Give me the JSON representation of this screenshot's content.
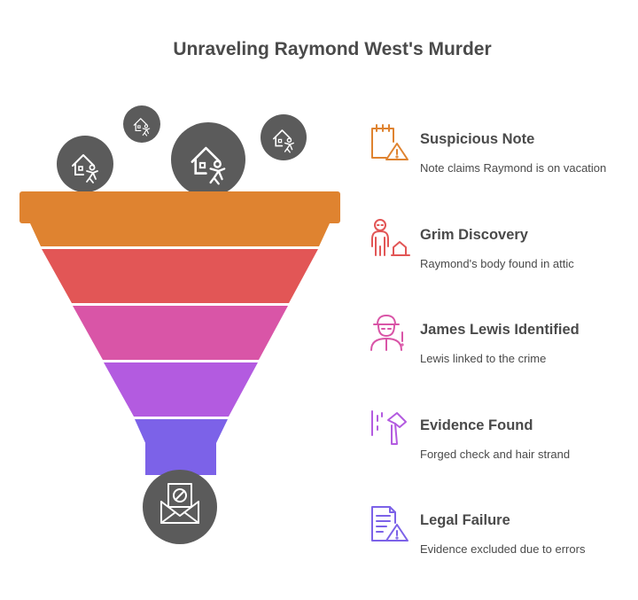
{
  "title": "Unraveling Raymond West's Murder",
  "colors": {
    "text": "#4a4a4a",
    "circle": "#5b5b5b",
    "stage1": "#df8330",
    "stage2": "#e25656",
    "stage3": "#d955a7",
    "stage4": "#b35be0",
    "stage5": "#7c62e8"
  },
  "funnel": {
    "input_icons": [
      "house-fall-icon",
      "house-fall-icon",
      "house-fall-icon",
      "house-fall-icon"
    ],
    "output_icon": "envelope-blocked-icon"
  },
  "steps": [
    {
      "title": "Suspicious Note",
      "description": "Note claims Raymond is on vacation",
      "icon": "calendar-warning-icon",
      "color": "#df8330"
    },
    {
      "title": "Grim Discovery",
      "description": "Raymond's body found in attic",
      "icon": "body-attic-icon",
      "color": "#e25656"
    },
    {
      "title": "James Lewis Identified",
      "description": "Lewis linked to the crime",
      "icon": "suspect-icon",
      "color": "#d955a7"
    },
    {
      "title": "Evidence Found",
      "description": "Forged check and hair strand",
      "icon": "hammer-evidence-icon",
      "color": "#b35be0"
    },
    {
      "title": "Legal Failure",
      "description": "Evidence excluded due to errors",
      "icon": "document-warning-icon",
      "color": "#7c62e8"
    }
  ]
}
